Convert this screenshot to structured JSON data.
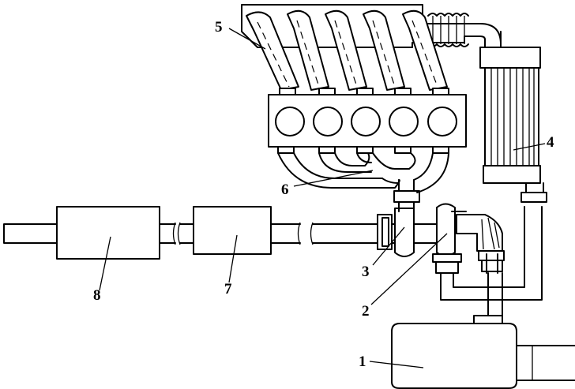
{
  "labels": {
    "l1": "1",
    "l2": "2",
    "l3": "3",
    "l4": "4",
    "l5": "5",
    "l6": "6",
    "l7": "7",
    "l8": "8"
  },
  "icons": {
    "engine": "engine-block-icon",
    "intake": "intake-manifold-icon",
    "exhaust": "exhaust-manifold-icon",
    "intercooler": "intercooler-icon",
    "turbo": "turbocharger-icon",
    "muffler": "muffler-icon",
    "filter": "air-filter-icon"
  }
}
